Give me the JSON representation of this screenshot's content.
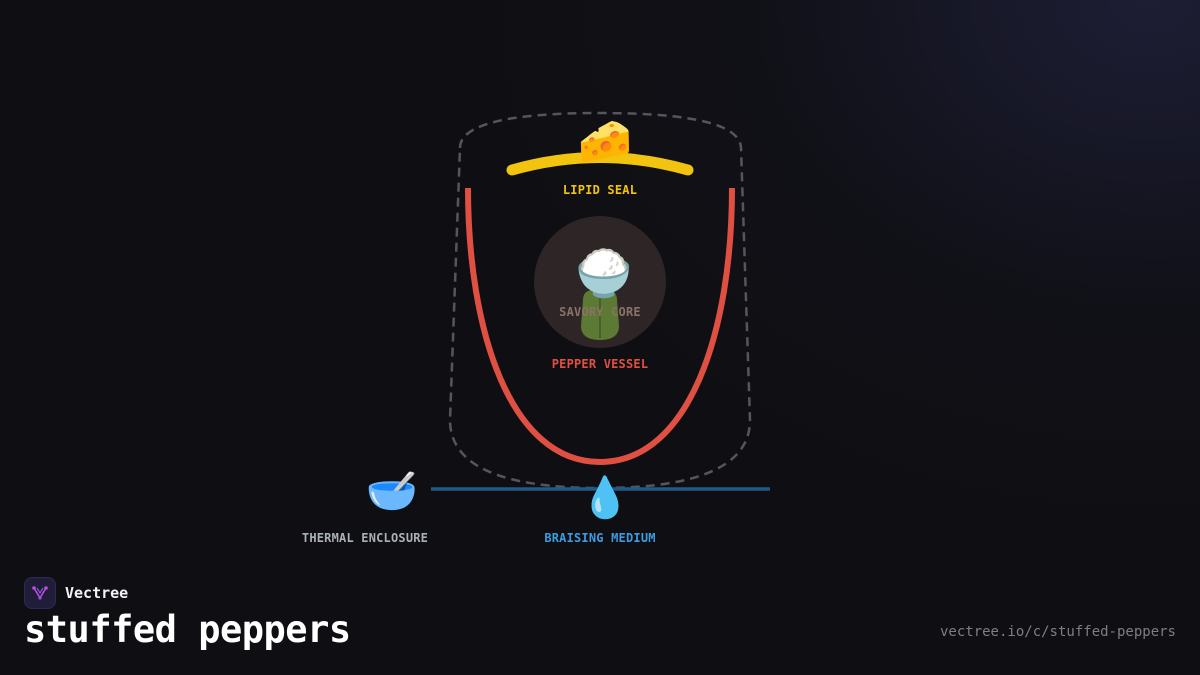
{
  "diagram": {
    "title": "stuffed peppers",
    "nodes": {
      "lipid_seal": {
        "label": "LIPID SEAL",
        "icon": "cheese-icon",
        "glyph": "🧀",
        "color": "#f2c40f"
      },
      "savory_core": {
        "label": "SAVORY CORE",
        "icon": "rice-bowl-icon",
        "glyph": "🍚",
        "color": "#8a7268"
      },
      "pepper_vessel": {
        "label": "PEPPER VESSEL",
        "icon": "bell-pepper-icon",
        "color": "#e05042"
      },
      "thermal_enclosure": {
        "label": "THERMAL ENCLOSURE",
        "icon": "bowl-icon",
        "glyph": "🥣",
        "color": "#a9b0b8"
      },
      "braising_medium": {
        "label": "BRAISING MEDIUM",
        "icon": "water-drop-icon",
        "glyph": "💧",
        "color": "#3d9be0"
      }
    }
  },
  "brand": {
    "name": "Vectree",
    "logo_icon": "vectree-logo-icon",
    "accent": "#c04fd8"
  },
  "footer": {
    "url": "vectree.io/c/stuffed-peppers"
  }
}
